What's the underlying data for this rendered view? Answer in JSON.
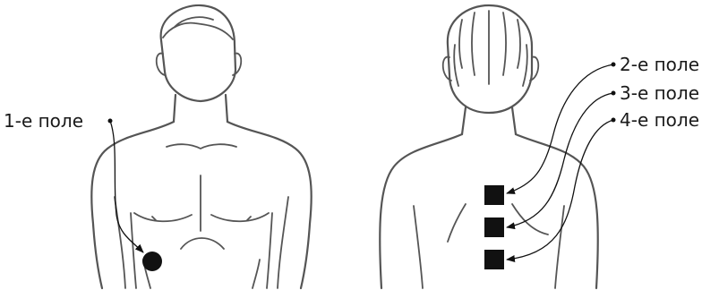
{
  "labels": {
    "field1": "1-е поле",
    "field2": "2-е поле",
    "field3": "3-е поле",
    "field4": "4-е поле"
  },
  "colors": {
    "outline": "#555555",
    "marker": "#111111",
    "background": "#ffffff"
  },
  "figures": [
    "front-torso",
    "back-torso"
  ],
  "markers": {
    "front": {
      "shape": "circle",
      "count": 1
    },
    "back": {
      "shape": "square",
      "count": 3
    }
  }
}
